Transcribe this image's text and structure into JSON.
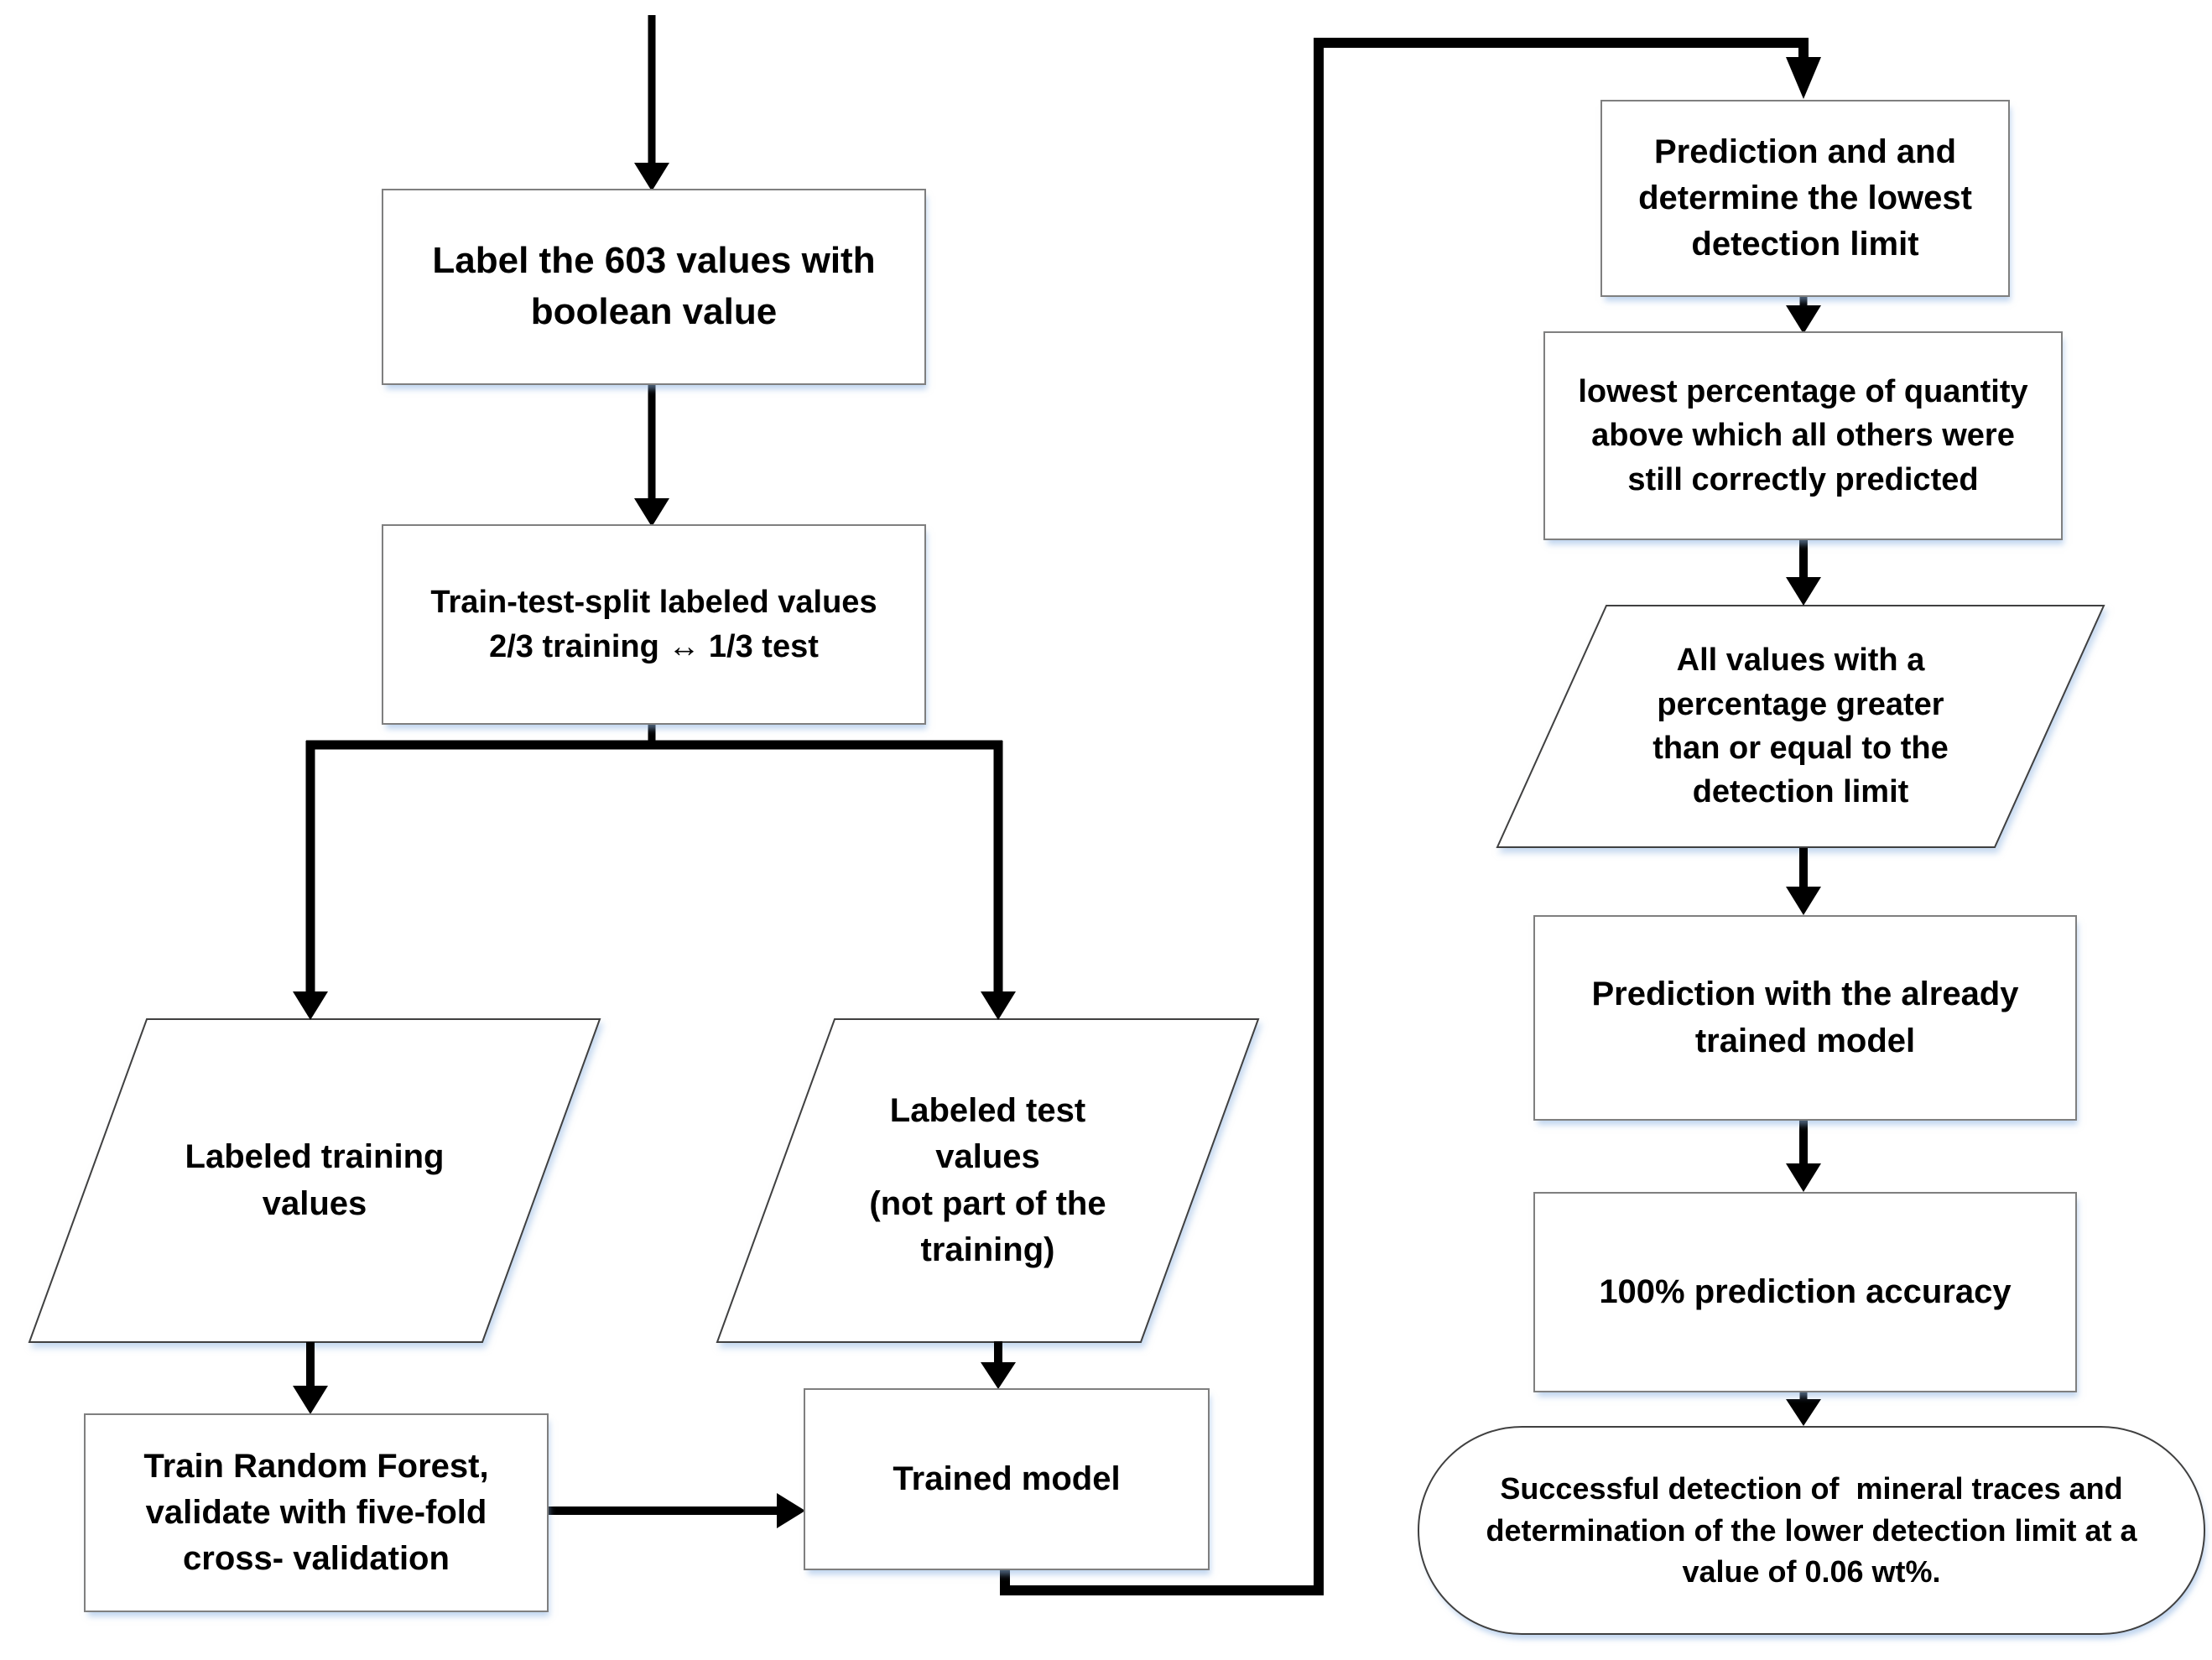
{
  "diagram": {
    "type": "flowchart",
    "colors": {
      "background": "#ffffff",
      "arrow": "#000000",
      "process_border": "#7f7f7f",
      "io_border": "#404040",
      "terminator_border": "#404040",
      "shadow": "#8db3e2",
      "text": "#000000"
    },
    "nodes": [
      {
        "id": "label-values",
        "shape": "process",
        "text": "Label the 603 values with\nboolean value"
      },
      {
        "id": "train-test-split",
        "shape": "process",
        "text": "Train-test-split labeled values\n2/3 training ↔ 1/3 test"
      },
      {
        "id": "labeled-training-values",
        "shape": "data",
        "text": "Labeled training\nvalues"
      },
      {
        "id": "labeled-test-values",
        "shape": "data",
        "text": "Labeled test\nvalues\n(not part of the\ntraining)"
      },
      {
        "id": "train-random-forest",
        "shape": "process",
        "text": "Train Random Forest,\nvalidate with five-fold\ncross- validation"
      },
      {
        "id": "trained-model",
        "shape": "process",
        "text": "Trained model"
      },
      {
        "id": "prediction-determine-limit",
        "shape": "process",
        "text": "Prediction and and\ndetermine the lowest\ndetection limit"
      },
      {
        "id": "lowest-percentage",
        "shape": "process",
        "text": "lowest percentage of quantity\nabove which all others were\nstill correctly predicted"
      },
      {
        "id": "all-values-above-limit",
        "shape": "data",
        "text": "All values with a\npercentage greater\nthan or equal to the\ndetection limit"
      },
      {
        "id": "prediction-with-trained-model",
        "shape": "process",
        "text": "Prediction with the already\ntrained model"
      },
      {
        "id": "prediction-accuracy",
        "shape": "process",
        "text": "100% prediction accuracy"
      },
      {
        "id": "successful-detection",
        "shape": "terminator",
        "text": "Successful detection of  mineral traces and\ndetermination of the lower detection limit at a\nvalue of 0.06 wt%."
      }
    ]
  }
}
